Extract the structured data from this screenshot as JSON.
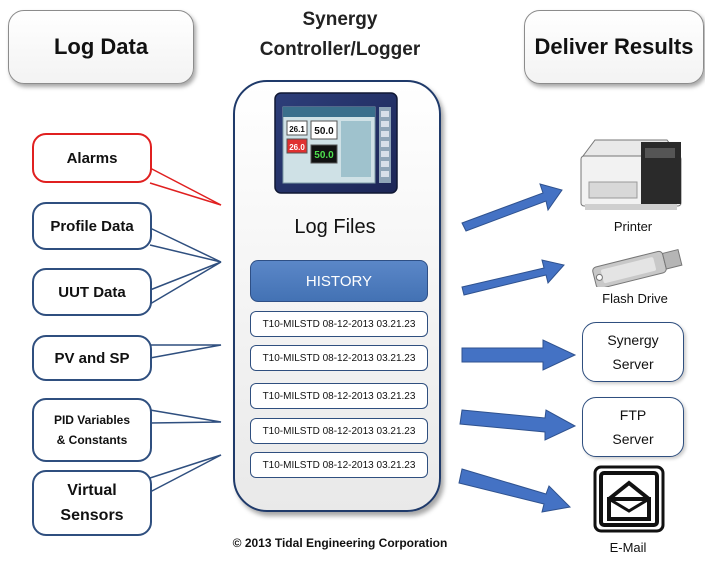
{
  "header": {
    "log_data": "Log Data",
    "title_line1": "Synergy",
    "title_line2": "Controller/Logger",
    "deliver": "Deliver Results"
  },
  "inputs": [
    {
      "line1": "Alarms",
      "line2": ""
    },
    {
      "line1": "Profile Data",
      "line2": ""
    },
    {
      "line1": "UUT Data",
      "line2": ""
    },
    {
      "line1": "PV and SP",
      "line2": ""
    },
    {
      "line1": "PID Variables",
      "line2": "& Constants"
    },
    {
      "line1": "Virtual",
      "line2": "Sensors"
    }
  ],
  "controller": {
    "log_files": "Log Files",
    "history": "HISTORY",
    "screen_values": [
      "26.1",
      "50.0",
      "26.0",
      "50.0"
    ],
    "log_entries": [
      "T10-MILSTD 08-12-2013  03.21.23",
      "T10-MILSTD 08-12-2013  03.21.23",
      "T10-MILSTD 08-12-2013  03.21.23",
      "T10-MILSTD 08-12-2013  03.21.23",
      "T10-MILSTD 08-12-2013  03.21.23"
    ]
  },
  "outputs": {
    "printer": "Printer",
    "flash_drive": "Flash Drive",
    "synergy_server_line1": "Synergy",
    "synergy_server_line2": "Server",
    "ftp_line1": "FTP",
    "ftp_line2": "Server",
    "email": "E-Mail"
  },
  "footer": {
    "copyright": "© 2013 Tidal Engineering Corporation"
  },
  "colors": {
    "accent_blue": "#4472c4",
    "alarm_red": "#e02020",
    "border_navy": "#2f4f7f"
  }
}
